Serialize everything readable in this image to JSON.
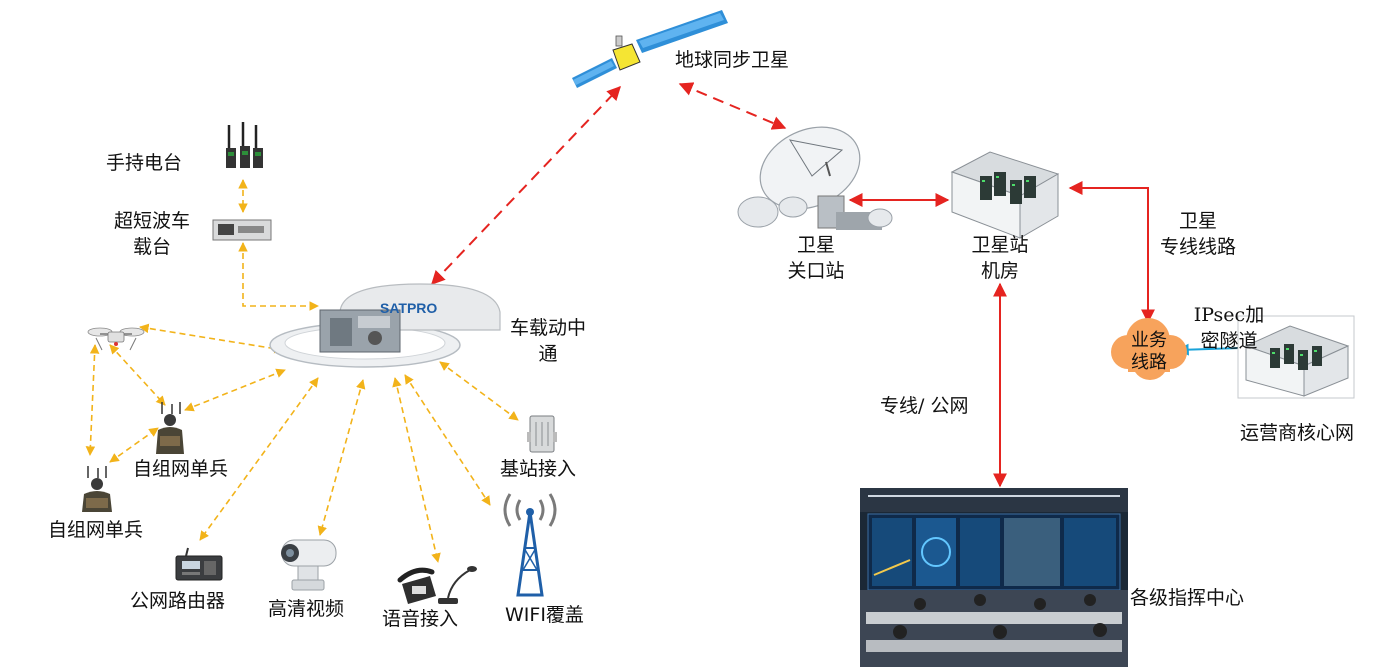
{
  "labels": {
    "satellite": "地球同步卫星",
    "handheld": "手持电台",
    "vhf_line1": "超短波车",
    "vhf_line2": "载台",
    "vehicle_line1": "车载动中",
    "vehicle_line2": "通",
    "gateway_line1": "卫星",
    "gateway_line2": "关口站",
    "station_line1": "卫星站",
    "station_line2": "机房",
    "dedicated_line1": "卫星",
    "dedicated_line2": "专线线路",
    "ipsec_line1": "IPsec加",
    "ipsec_line2": "密隧道",
    "business_line1": "业务",
    "business_line2": "线路",
    "core": "运营商核心网",
    "leased": "专线/ 公网",
    "command": "各级指挥中心",
    "adhoc1": "自组网单兵",
    "adhoc2": "自组网单兵",
    "basestation": "基站接入",
    "router": "公网路由器",
    "hdvideo": "高清视频",
    "voice": "语音接入",
    "wifi": "WIFI覆盖",
    "brand": "SATPRO"
  },
  "colors": {
    "red_link": "#e52420",
    "yellow_link": "#f2b31a",
    "blue_link": "#1aa3d9",
    "cloud": "#f7a35c"
  }
}
